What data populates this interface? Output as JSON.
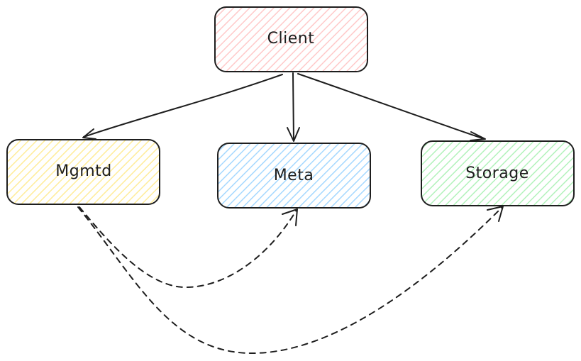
{
  "nodes": {
    "client": {
      "label": "Client",
      "fill": "#ffc9c9"
    },
    "mgmtd": {
      "label": "Mgmtd",
      "fill": "#ffec99"
    },
    "meta": {
      "label": "Meta",
      "fill": "#a5d8ff"
    },
    "storage": {
      "label": "Storage",
      "fill": "#b2f2bb"
    }
  },
  "edges": [
    {
      "from": "client",
      "to": "mgmtd",
      "style": "solid"
    },
    {
      "from": "client",
      "to": "meta",
      "style": "solid"
    },
    {
      "from": "client",
      "to": "storage",
      "style": "solid"
    },
    {
      "from": "mgmtd",
      "to": "meta",
      "style": "dashed"
    },
    {
      "from": "mgmtd",
      "to": "storage",
      "style": "dashed"
    }
  ]
}
